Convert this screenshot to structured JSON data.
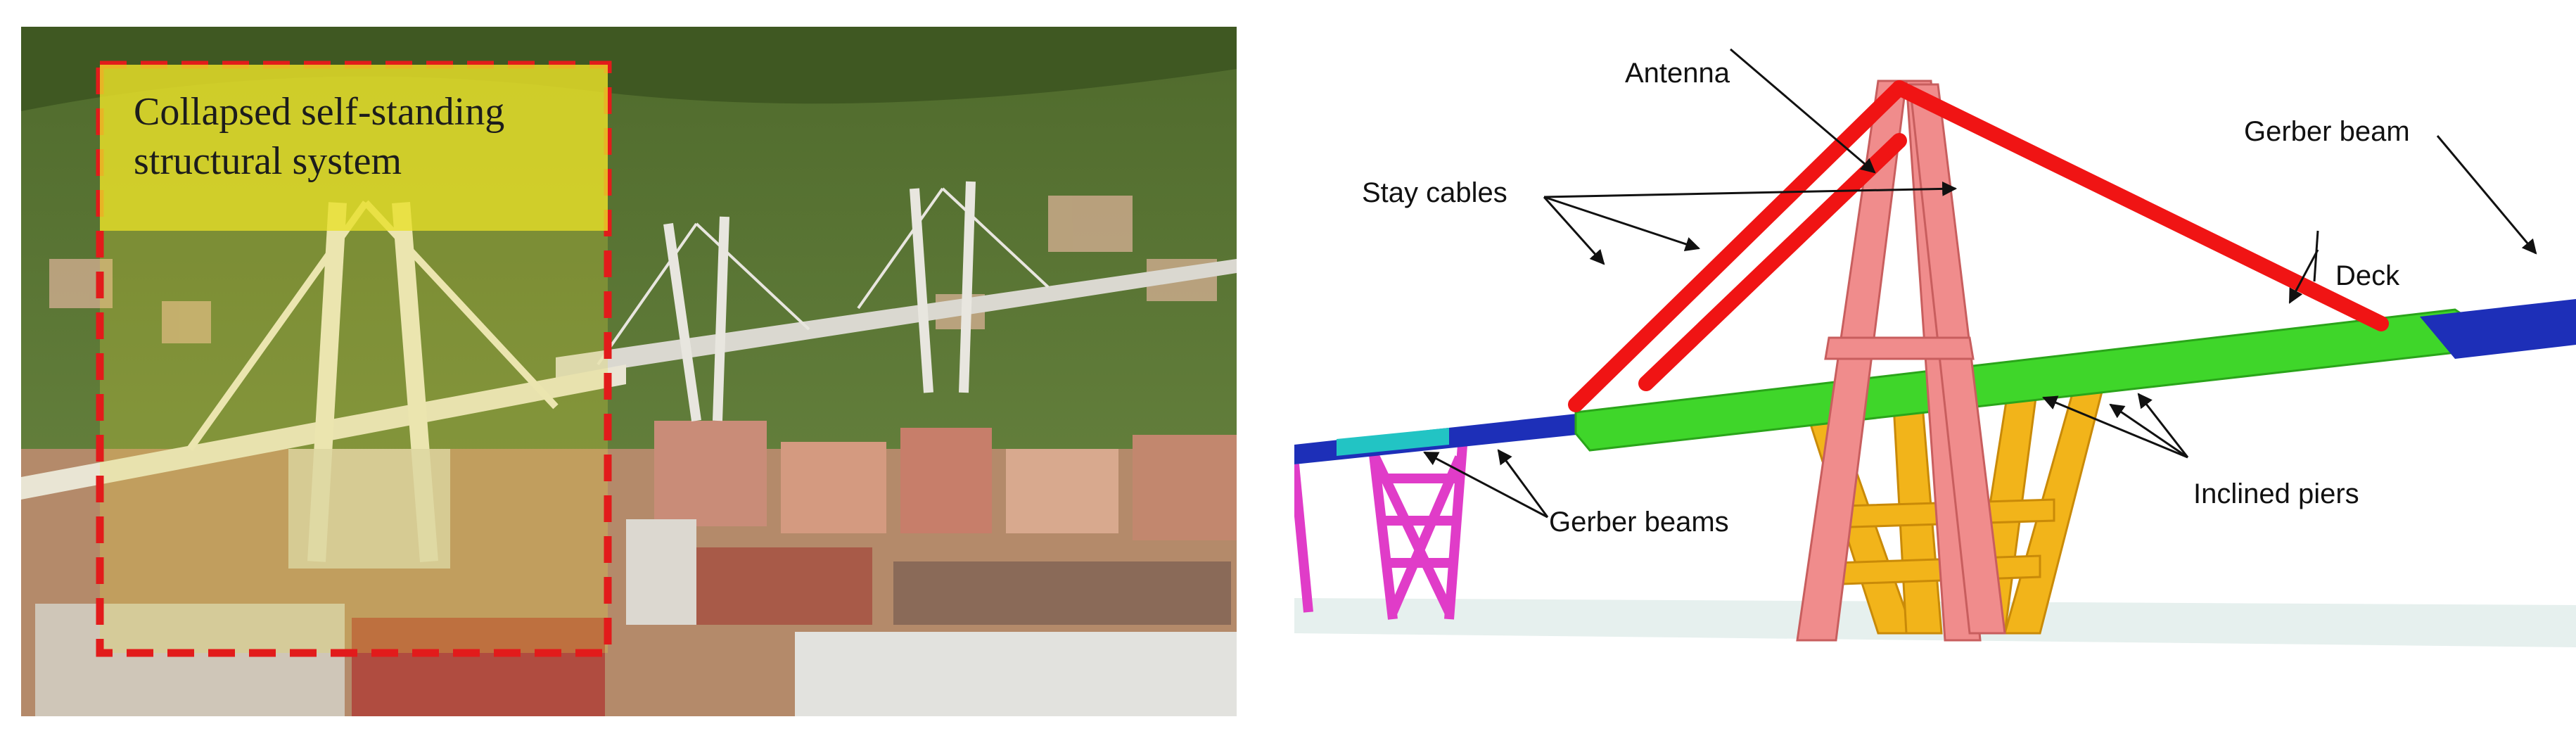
{
  "photo": {
    "caption": "Collapsed self-standing structural system",
    "highlight_color": "#e21b1b"
  },
  "model": {
    "labels": {
      "antenna": "Antenna",
      "stay_cables": "Stay cables",
      "gerber_beam": "Gerber beam",
      "deck": "Deck",
      "gerber_beams": "Gerber beams",
      "inclined_piers": "Inclined piers"
    },
    "colors": {
      "stay_cables": "#f01414",
      "antenna": "#f08c8c",
      "deck": "#3fd62a",
      "gerber_beam": "#1d2fb8",
      "inclined_piers": "#f2b41a",
      "pier_left": "#e03cc8",
      "ground": "#e6f0ee"
    }
  }
}
